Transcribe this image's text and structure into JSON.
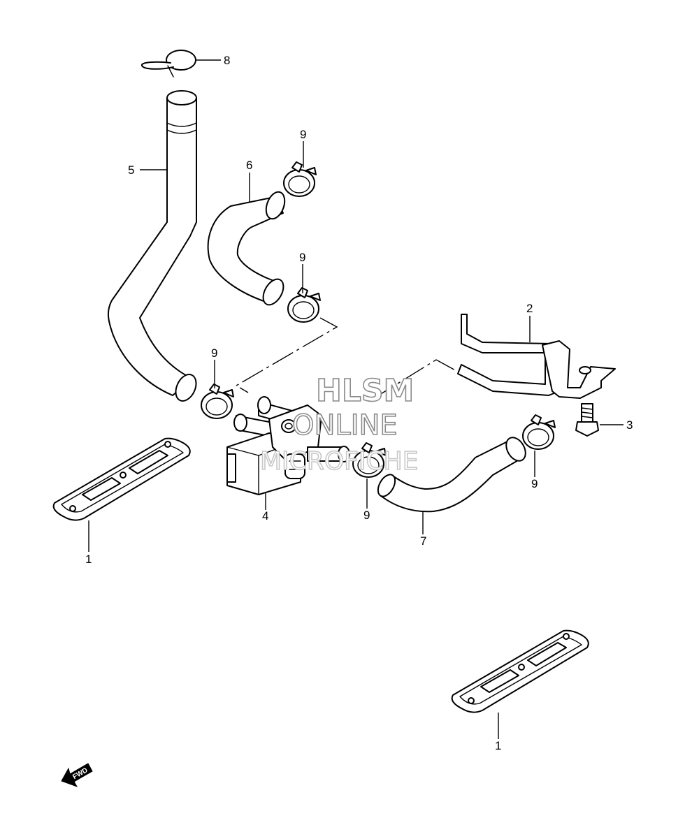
{
  "callouts": {
    "c1a": "1",
    "c1b": "1",
    "c2": "2",
    "c3": "3",
    "c4": "4",
    "c5": "5",
    "c6": "6",
    "c7": "7",
    "c8": "8",
    "c9a": "9",
    "c9b": "9",
    "c9c": "9",
    "c9d": "9",
    "c9e": "9"
  },
  "watermark": {
    "line1": "HLSM",
    "line2": "ONLINE",
    "line3": "MICROFICHE"
  },
  "fwd_label": "FWD"
}
